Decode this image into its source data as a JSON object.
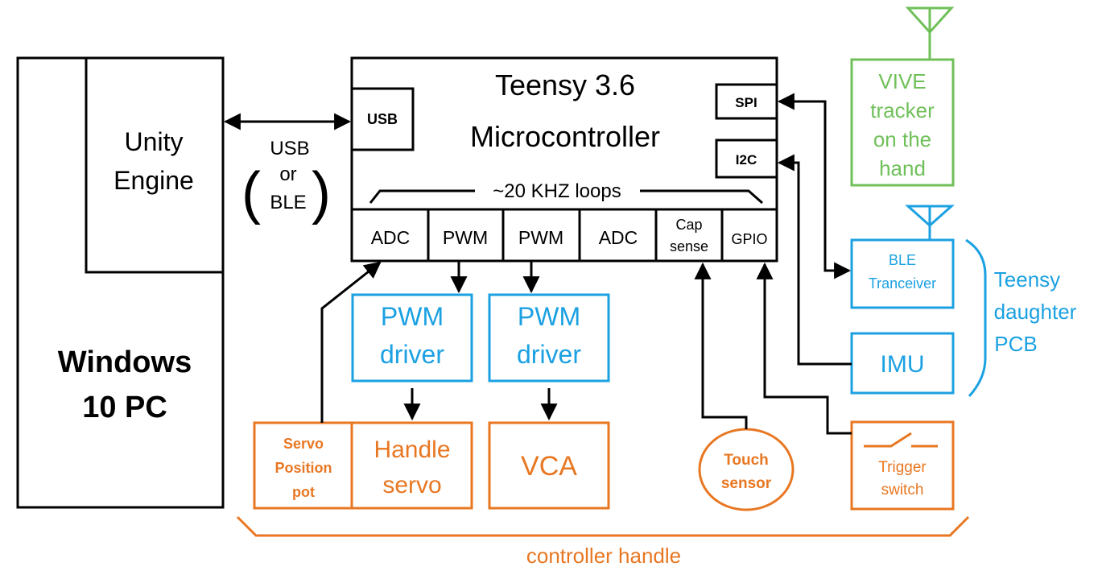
{
  "pc": {
    "engine_line1": "Unity",
    "engine_line2": "Engine",
    "pc_line1": "Windows",
    "pc_line2": "10 PC"
  },
  "link": {
    "usb": "USB",
    "or": "or",
    "ble": "BLE"
  },
  "mcu": {
    "title_line1": "Teensy 3.6",
    "title_line2": "Microcontroller",
    "usb_port": "USB",
    "spi_port": "SPI",
    "i2c_port": "I2C",
    "loops": "~20 KHZ loops",
    "ports": [
      "ADC",
      "PWM",
      "PWM",
      "ADC",
      "Cap",
      "sense",
      "GPIO"
    ]
  },
  "drivers": {
    "pwm_line1": "PWM",
    "pwm_line2": "driver"
  },
  "handle": {
    "pot_line1": "Servo",
    "pot_line2": "Position",
    "pot_line3": "pot",
    "servo_line1": "Handle",
    "servo_line2": "servo",
    "vca": "VCA",
    "touch_line1": "Touch",
    "touch_line2": "sensor",
    "trigger_line1": "Trigger",
    "trigger_line2": "switch",
    "group_label": "controller handle"
  },
  "daughter": {
    "ble_line1": "BLE",
    "ble_line2": "Tranceiver",
    "imu": "IMU",
    "group_line1": "Teensy",
    "group_line2": "daughter",
    "group_line3": "PCB"
  },
  "vive": {
    "line1": "VIVE",
    "line2": "tracker",
    "line3": "on the",
    "line4": "hand"
  },
  "colors": {
    "black": "#000000",
    "blue": "#1ba1e2",
    "orange": "#e87722",
    "green": "#70c05a"
  }
}
